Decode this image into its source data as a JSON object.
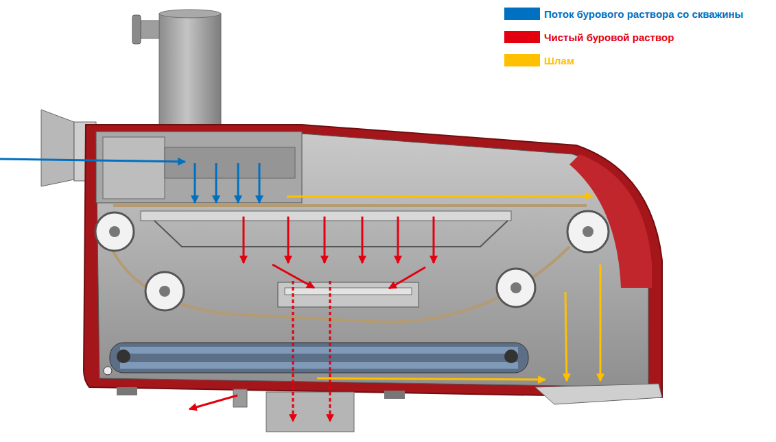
{
  "diagram": {
    "legend": [
      {
        "text": "Поток бурового раствора со скважины",
        "color": "#0070c0"
      },
      {
        "text": "Чистый буровой раствор",
        "color": "#e3000f"
      },
      {
        "text": "Шлам",
        "color": "#ffc000"
      }
    ]
  }
}
